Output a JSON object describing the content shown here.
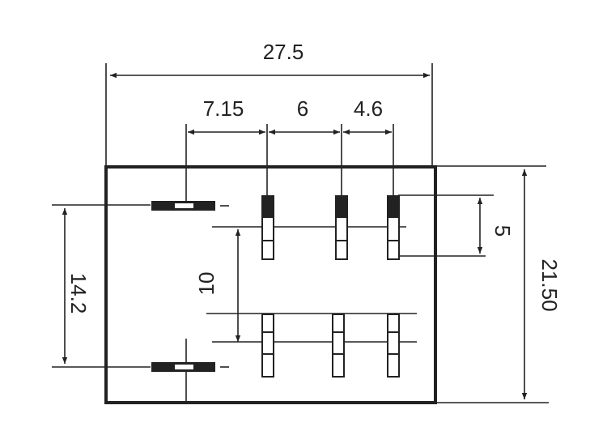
{
  "colors": {
    "line": "#222222",
    "background": "#ffffff"
  },
  "dimensions": {
    "overall_width": "27.5",
    "pin_offset_1": "7.15",
    "pin_offset_2": "6",
    "pin_offset_3": "4.6",
    "pin_row_spacing": "5",
    "overall_height": "21.50",
    "left_pin_spacing": "14.2",
    "row_gap": "10"
  }
}
